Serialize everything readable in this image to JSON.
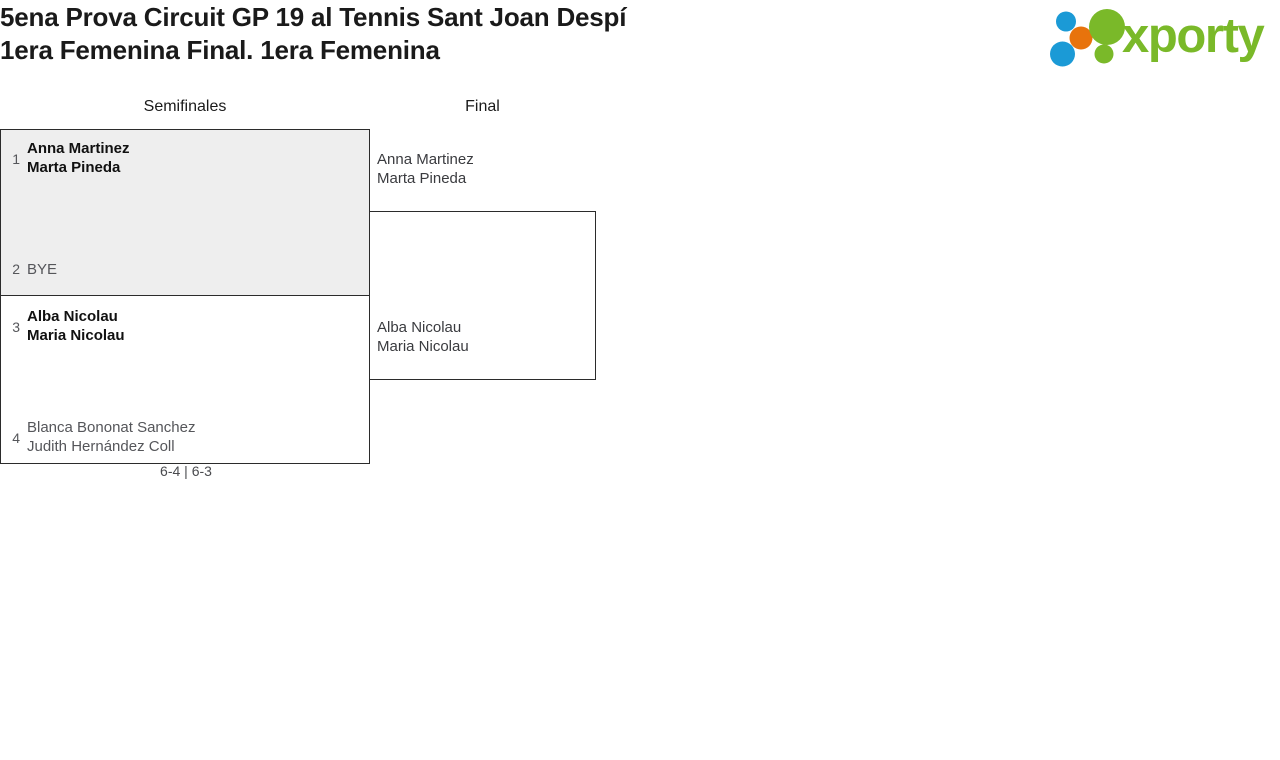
{
  "header": {
    "title": "5ena Prova Circuit GP 19 al Tennis Sant Joan Despí\n1era Femenina Final. 1era Femenina",
    "title_line_1": "5ena Prova Circuit GP 19 al Tennis Sant Joan Despí",
    "title_line_2": "1era Femenina Final. 1era Femenina"
  },
  "brand": {
    "wordmark": "xporty",
    "green": "#7ab929",
    "blue": "#1b9ad6",
    "orange": "#e8730c",
    "dots": [
      {
        "name": "blue-dot-top",
        "color": "#1b9ad6"
      },
      {
        "name": "orange-dot",
        "color": "#e8730c"
      },
      {
        "name": "blue-dot-bottom",
        "color": "#1b9ad6"
      },
      {
        "name": "green-dot-large",
        "color": "#7ab929"
      },
      {
        "name": "green-dot-small",
        "color": "#7ab929"
      }
    ]
  },
  "bracket": {
    "rounds": [
      {
        "key": "semifinales",
        "label": "Semifinales"
      },
      {
        "key": "final",
        "label": "Final"
      }
    ],
    "semifinales": [
      {
        "match_id": "sf1",
        "background": "#eeeeee",
        "top": {
          "seed": "1",
          "names": "Anna Martinez\nMarta Pineda",
          "winner": true
        },
        "bottom": {
          "seed": "2",
          "names": "BYE",
          "winner": false
        },
        "score": ""
      },
      {
        "match_id": "sf2",
        "background": "#ffffff",
        "top": {
          "seed": "3",
          "names": "Alba Nicolau\nMaria Nicolau",
          "winner": true
        },
        "bottom": {
          "seed": "4",
          "names": "Blanca Bononat Sanchez\nJudith Hernández Coll",
          "winner": false
        },
        "score": "6-4 | 6-3"
      }
    ],
    "final": {
      "match_id": "final",
      "top": {
        "names": "Anna Martinez\nMarta Pineda"
      },
      "bottom": {
        "names": "Alba Nicolau\nMaria Nicolau"
      },
      "score": ""
    }
  }
}
